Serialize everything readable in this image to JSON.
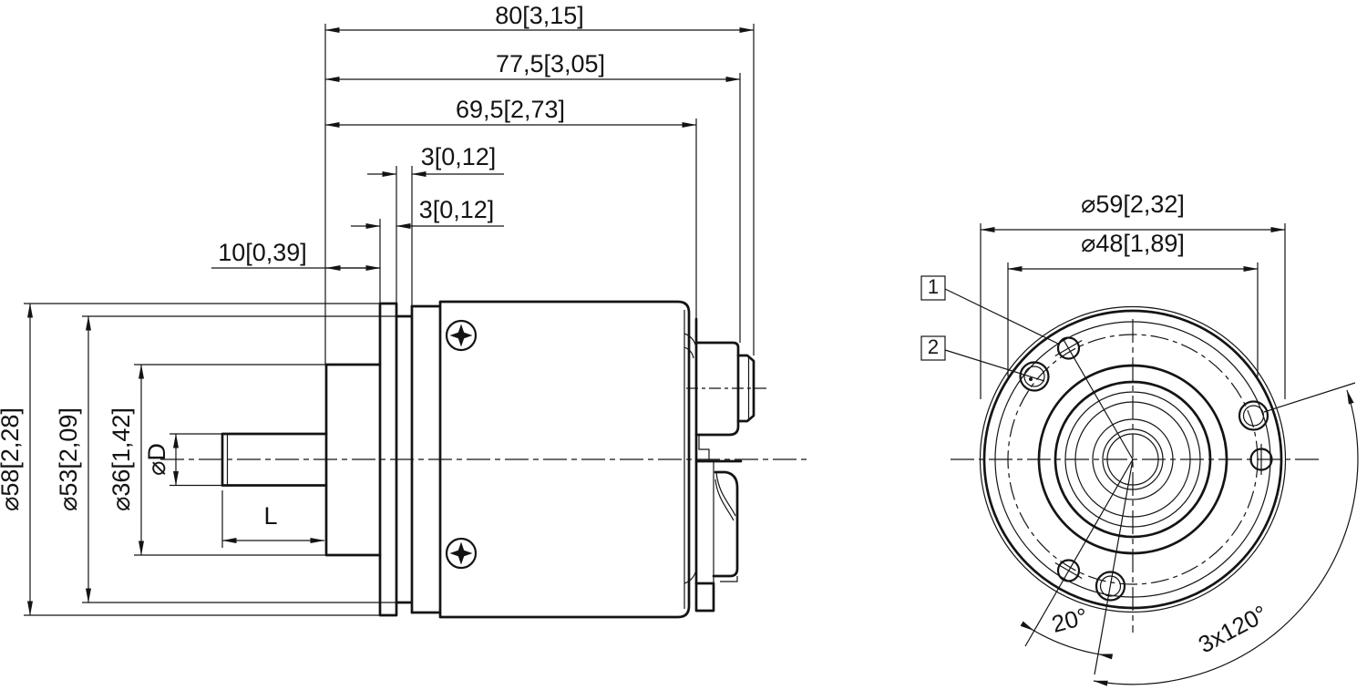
{
  "side_view": {
    "dims_top": [
      {
        "label": "80[3,15]"
      },
      {
        "label": "77,5[3,05]"
      },
      {
        "label": "69,5[2,73]"
      },
      {
        "label": "3[0,12]"
      },
      {
        "label": "3[0,12]"
      },
      {
        "label": "10[0,39]"
      }
    ],
    "dims_left": [
      {
        "label": "⌀58[2,28]"
      },
      {
        "label": "⌀53[2,09]"
      },
      {
        "label": "⌀36[1,42]"
      },
      {
        "label": "⌀D"
      },
      {
        "label": "L"
      }
    ]
  },
  "front_view": {
    "dims": [
      {
        "label": "⌀59[2,32]"
      },
      {
        "label": "⌀48[1,89]"
      }
    ],
    "angles": [
      {
        "label": "20°"
      },
      {
        "label": "3x120°"
      }
    ],
    "callouts": [
      {
        "label": "1"
      },
      {
        "label": "2"
      }
    ]
  }
}
